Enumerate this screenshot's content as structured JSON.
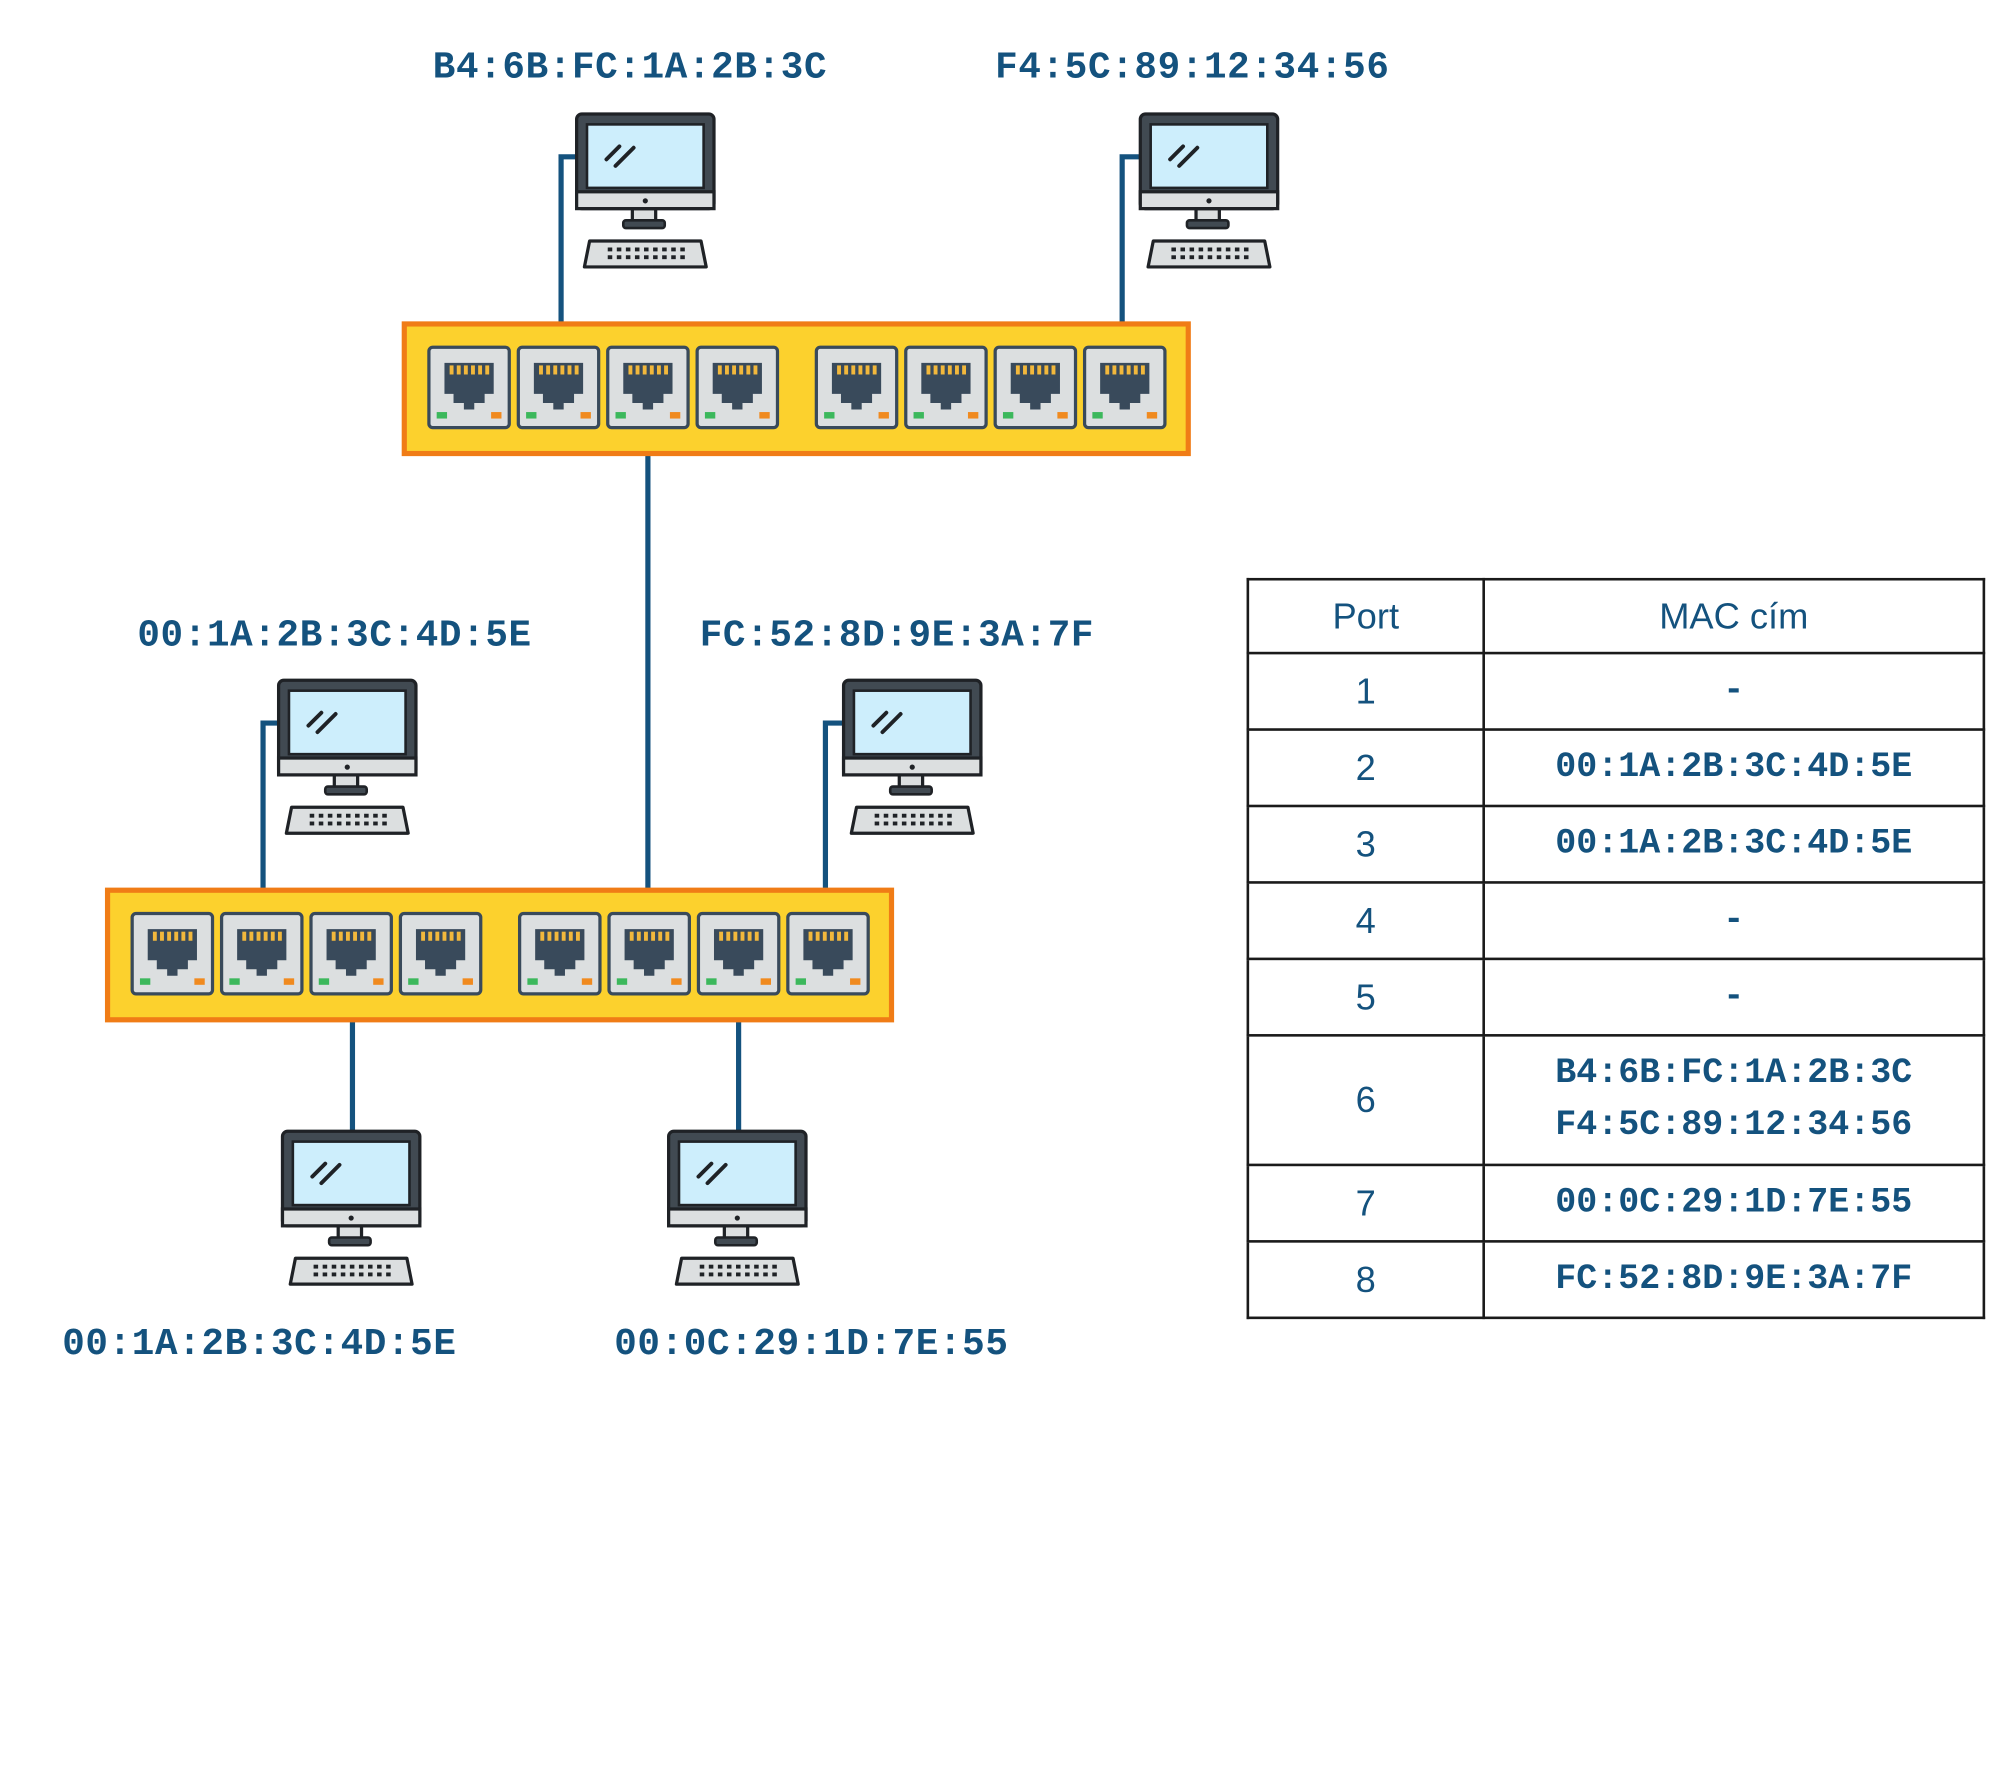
{
  "labels": {
    "pc_top_left": "B4:6B:FC:1A:2B:3C",
    "pc_top_right": "F4:5C:89:12:34:56",
    "pc_mid_left": "00:1A:2B:3C:4D:5E",
    "pc_mid_right": "FC:52:8D:9E:3A:7F",
    "pc_bottom_left": "00:1A:2B:3C:4D:5E",
    "pc_bottom_right": "00:0C:29:1D:7E:55"
  },
  "table": {
    "headers": [
      "Port",
      "MAC cím"
    ],
    "rows": [
      {
        "port": "1",
        "macs": [
          "-"
        ]
      },
      {
        "port": "2",
        "macs": [
          "00:1A:2B:3C:4D:5E"
        ]
      },
      {
        "port": "3",
        "macs": [
          "00:1A:2B:3C:4D:5E"
        ]
      },
      {
        "port": "4",
        "macs": [
          "-"
        ]
      },
      {
        "port": "5",
        "macs": [
          "-"
        ]
      },
      {
        "port": "6",
        "macs": [
          "B4:6B:FC:1A:2B:3C",
          "F4:5C:89:12:34:56"
        ]
      },
      {
        "port": "7",
        "macs": [
          "00:0C:29:1D:7E:55"
        ]
      },
      {
        "port": "8",
        "macs": [
          "FC:52:8D:9E:3A:7F"
        ]
      }
    ]
  },
  "colors": {
    "label_text": "#14527e",
    "cable": "#14527e",
    "switch_fill": "#fcd12d",
    "switch_border": "#f07c16",
    "port_body": "#dcdfe0",
    "jack": "#394a5b",
    "jack_pins": "#f2b83c",
    "led_green": "#3cb85c",
    "led_orange": "#f08a1f",
    "monitor_frame": "#414a52",
    "screen": "#cdeefc",
    "keyboard": "#dcdfe0",
    "outline": "#1f2226"
  },
  "icons": [
    "desktop-computer-icon",
    "ethernet-port-icon"
  ]
}
